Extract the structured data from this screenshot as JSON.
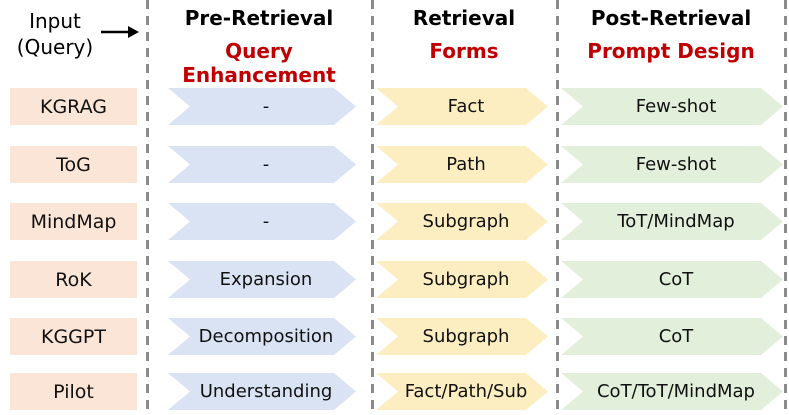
{
  "input": {
    "line1": "Input",
    "line2": "(Query)"
  },
  "columns": [
    {
      "title": "Pre-Retrieval",
      "subtitle": "Query Enhancement"
    },
    {
      "title": "Retrieval",
      "subtitle": "Forms"
    },
    {
      "title": "Post-Retrieval",
      "subtitle": "Prompt Design"
    }
  ],
  "rows": [
    {
      "method": "KGRAG",
      "pre_retrieval": "-",
      "retrieval": "Fact",
      "post_retrieval": "Few-shot"
    },
    {
      "method": "ToG",
      "pre_retrieval": "-",
      "retrieval": "Path",
      "post_retrieval": "Few-shot"
    },
    {
      "method": "MindMap",
      "pre_retrieval": "-",
      "retrieval": "Subgraph",
      "post_retrieval": "ToT/MindMap"
    },
    {
      "method": "RoK",
      "pre_retrieval": "Expansion",
      "retrieval": "Subgraph",
      "post_retrieval": "CoT"
    },
    {
      "method": "KGGPT",
      "pre_retrieval": "Decomposition",
      "retrieval": "Subgraph",
      "post_retrieval": "CoT"
    },
    {
      "method": "Pilot",
      "pre_retrieval": "Understanding",
      "retrieval": "Fact/Path/Sub",
      "post_retrieval": "CoT/ToT/MindMap"
    }
  ],
  "colors": {
    "method_box": "#fbe5d6",
    "pre_retrieval_arrow": "#dae3f3",
    "retrieval_arrow": "#fdeec2",
    "post_retrieval_arrow": "#e2efda",
    "header_accent_red": "#c00000",
    "divider_gray": "#8a8a8a"
  }
}
